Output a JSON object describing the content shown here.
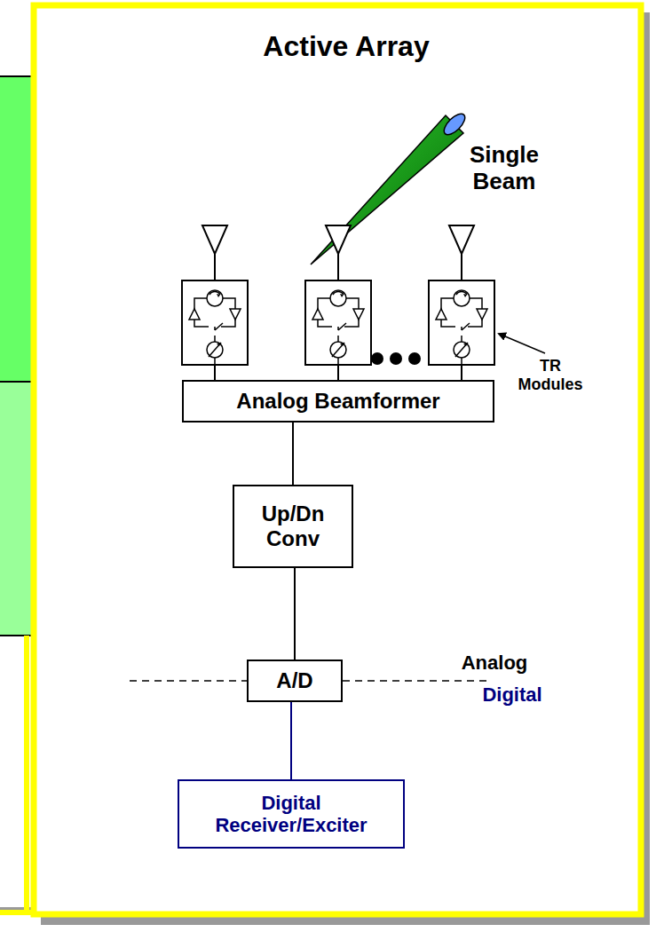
{
  "diagram": {
    "title": "Active Array",
    "nodes": [
      {
        "text": [
          "Analog Beamformer"
        ]
      },
      {
        "text": [
          "Up/Dn Conv"
        ]
      },
      {
        "text": [
          "A/D"
        ]
      },
      {
        "text": [
          "Digital Receiver/Exciter"
        ]
      }
    ],
    "edges": [
      {
        "from": 0,
        "to": 1,
        "arrow": "none"
      },
      {
        "from": 1,
        "to": 2,
        "arrow": "none"
      },
      {
        "from": 2,
        "to": 3,
        "arrow": "none"
      }
    ],
    "labels": [
      "Single Beam",
      "TR Modules",
      "Analog",
      "Digital"
    ]
  }
}
